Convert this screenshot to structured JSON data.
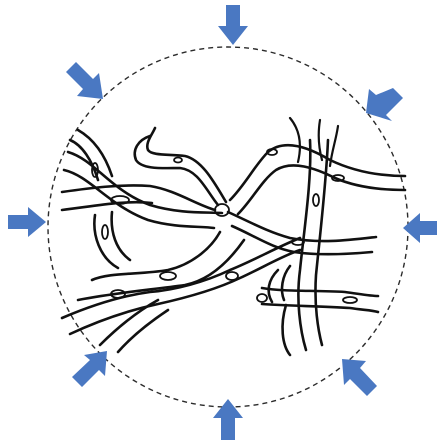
{
  "figure": {
    "type": "compression-diagram",
    "elements": {
      "boundary": {
        "style": "dashed-circle",
        "color": "#2b2b2b"
      },
      "arrows": {
        "count": 8,
        "color": "#4a78c2",
        "direction": "inward"
      },
      "network": {
        "description_visible": false,
        "stroke_color": "#111111"
      }
    }
  }
}
